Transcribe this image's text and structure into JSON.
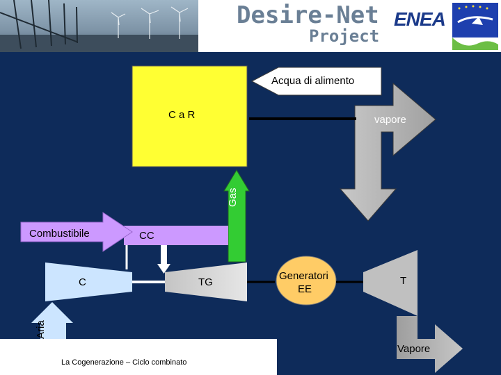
{
  "header": {
    "title_line1": "Desire-Net",
    "title_line2": "Project",
    "partner_logo": "ENEA",
    "emblem_icon": "sustainable-energy-europe-emblem-icon"
  },
  "diagram": {
    "car_label": "C a R",
    "acqua_label": "Acqua di alimento",
    "vapore_top_label": "vapore",
    "gas_label": "Gas",
    "combustibile_label": "Combustibile",
    "cc_label": "CC",
    "compressor_label": "C",
    "tg_label": "TG",
    "generatori_line1": "Generatori",
    "generatori_line2": "EE",
    "turbine_label": "T",
    "aria_label": "Aria",
    "vapore_bottom_label": "Vapore"
  },
  "footer": {
    "caption": "La Cogenerazione – Ciclo combinato"
  },
  "colors": {
    "background": "#0e2b5a",
    "car_box": "#ffff33",
    "gas_arrow": "#33cc33",
    "combustibile_arrow": "#cc99ff",
    "compressor": "#cce5ff",
    "generatori": "#ffcc66",
    "turbine": "#c0c0c0"
  }
}
